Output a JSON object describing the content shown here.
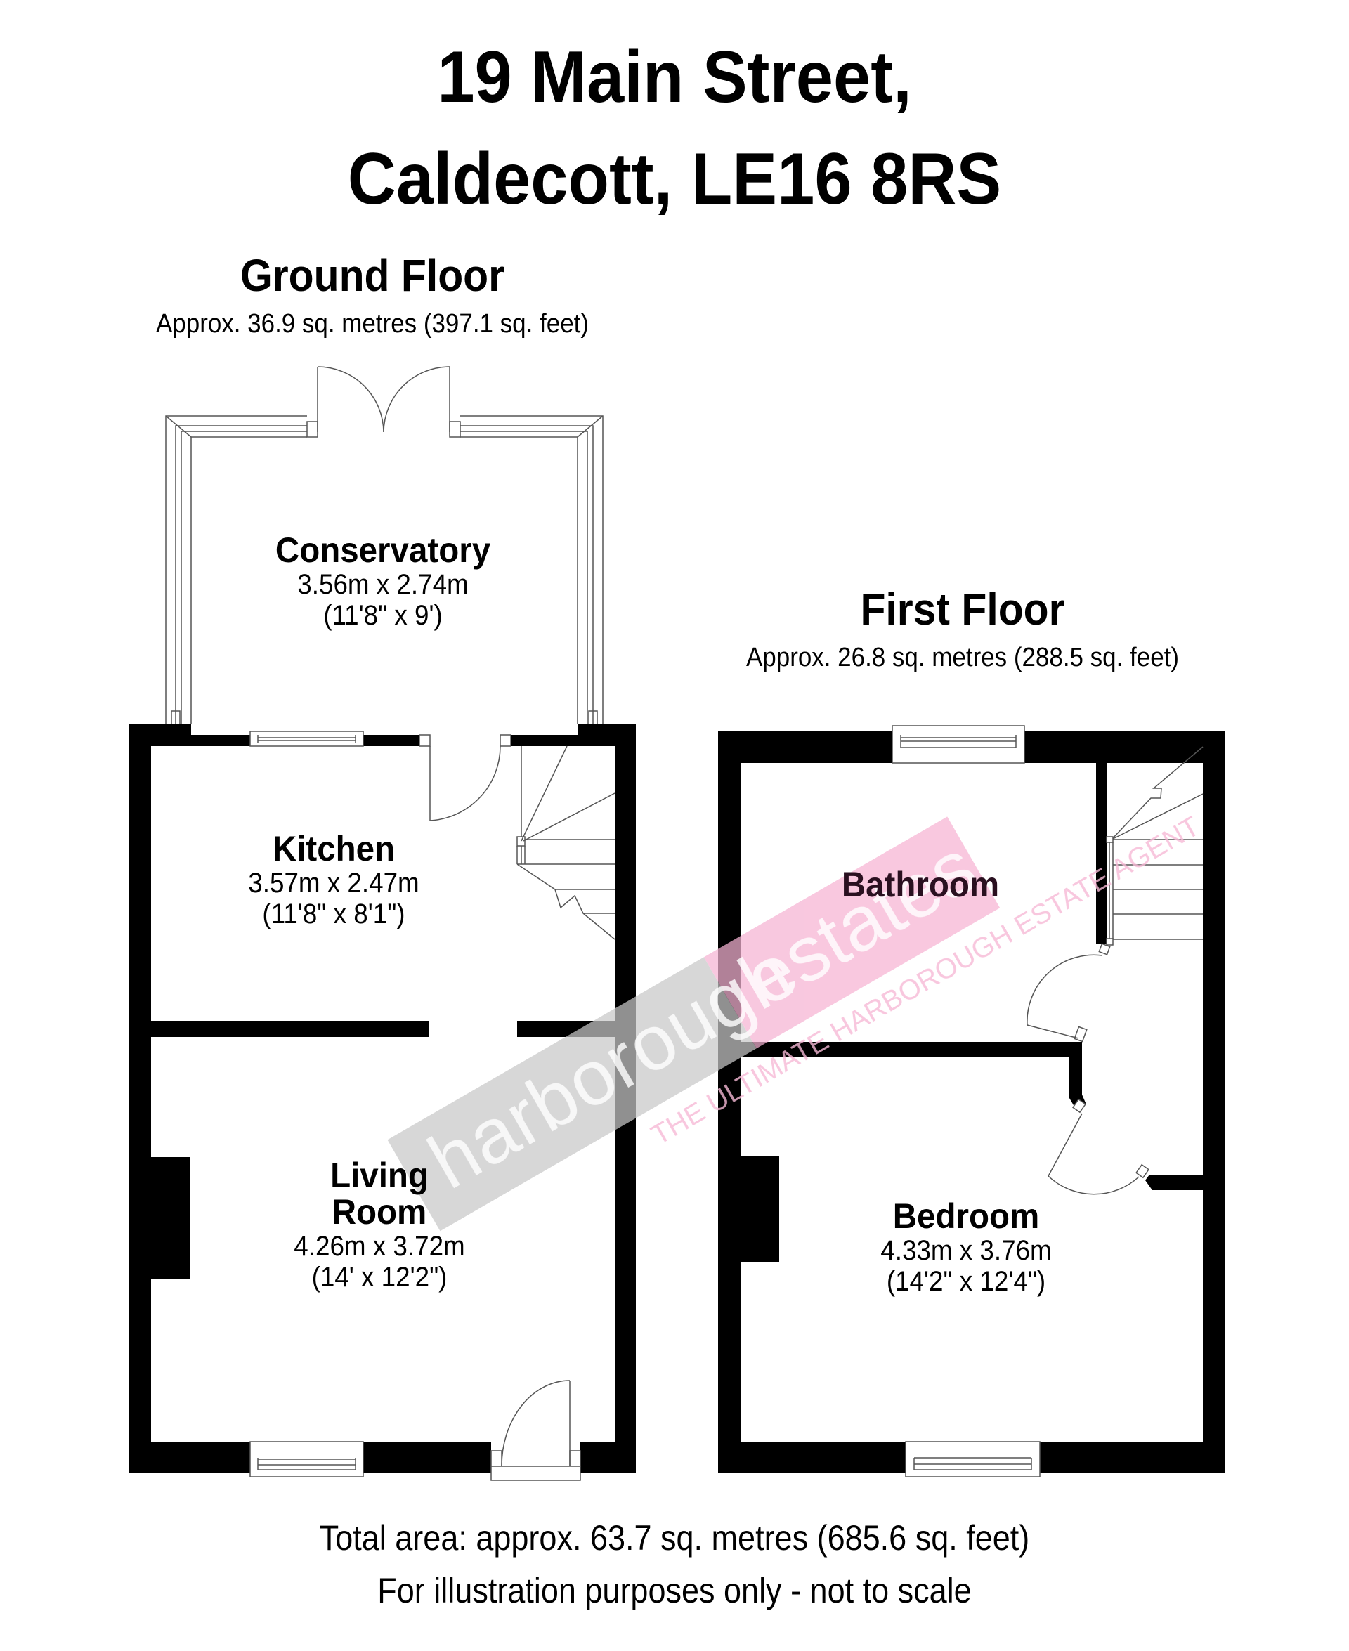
{
  "header": {
    "title_line1": "19 Main Street,",
    "title_line2": "Caldecott, LE16 8RS"
  },
  "floors": {
    "ground": {
      "title": "Ground Floor",
      "area": "Approx. 36.9 sq. metres (397.1 sq. feet)",
      "rooms": [
        {
          "name": "Conservatory",
          "metric": "3.56m x 2.74m",
          "imperial": "(11'8\" x 9')"
        },
        {
          "name": "Kitchen",
          "metric": "3.57m x 2.47m",
          "imperial": "(11'8\" x 8'1\")"
        },
        {
          "name": "Living Room",
          "name_line1": "Living",
          "name_line2": "Room",
          "metric": "4.26m x 3.72m",
          "imperial": "(14' x 12'2\")"
        }
      ]
    },
    "first": {
      "title": "First Floor",
      "area": "Approx. 26.8 sq. metres (288.5 sq. feet)",
      "rooms": [
        {
          "name": "Bathroom"
        },
        {
          "name": "Bedroom",
          "metric": "4.33m x 3.76m",
          "imperial": "(14'2\" x 12'4\")"
        }
      ]
    }
  },
  "footer": {
    "total_area": "Total area: approx. 63.7 sq. metres (685.6 sq. feet)",
    "disclaimer": "For illustration purposes only - not to scale"
  },
  "watermark": {
    "brand_part1": "harborough",
    "brand_part2": "estates",
    "tagline": "THE ULTIMATE HARBOROUGH ESTATE AGENT",
    "grey_color": "#c8c8c8",
    "pink_color": "#f4a7cc"
  },
  "colors": {
    "wall": "#000000",
    "line": "#555555",
    "background": "#ffffff"
  }
}
